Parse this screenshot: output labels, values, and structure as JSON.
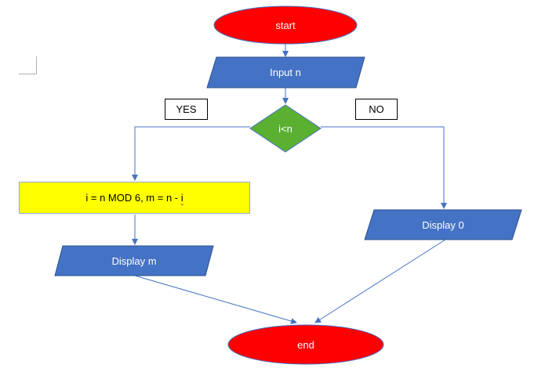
{
  "flowchart": {
    "start_label": "start",
    "input_label": "Input n",
    "decision_label": "i<n",
    "yes_label": "YES",
    "no_label": "NO",
    "process_prefix": "i = n MOD 6, m = n - ",
    "process_suffix": "i",
    "display_m_label": "Display m",
    "display_0_label": "Display 0",
    "end_label": "end"
  },
  "colors": {
    "terminal": "#ff0000",
    "io": "#4472c4",
    "decision": "#5ab031",
    "process": "#ffff00",
    "connector": "#4472c4"
  }
}
